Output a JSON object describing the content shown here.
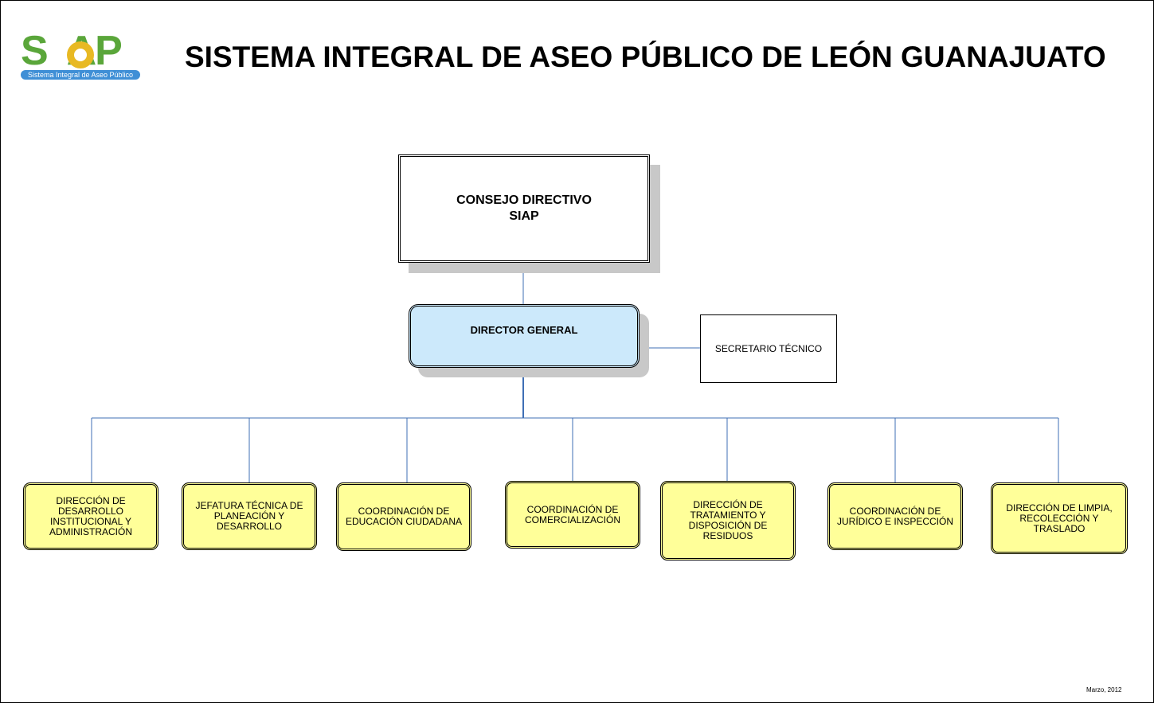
{
  "header": {
    "logo_text": "SIAP",
    "logo_tagline": "Sistema Integral de Aseo Público",
    "title": "SISTEMA INTEGRAL DE ASEO PÚBLICO DE LEÓN GUANAJUATO"
  },
  "org": {
    "consejo_line1": "CONSEJO DIRECTIVO",
    "consejo_line2": "SIAP",
    "director": "DIRECTOR GENERAL",
    "secretario": "SECRETARIO TÉCNICO",
    "units": [
      "DIRECCIÓN DE DESARROLLO INSTITUCIONAL Y ADMINISTRACIÓN",
      "JEFATURA TÉCNICA DE PLANEACIÓN Y DESARROLLO",
      "COORDINACIÓN DE EDUCACIÓN CIUDADANA",
      "COORDINACIÓN DE COMERCIALIZACIÓN",
      "DIRECCIÓN DE TRATAMIENTO Y DISPOSICIÓN DE RESIDUOS",
      "COORDINACIÓN DE JURÍDICO E INSPECCIÓN",
      "DIRECCIÓN DE LIMPIA, RECOLECCIÓN Y TRASLADO"
    ]
  },
  "footer": {
    "date": "Marzo, 2012"
  },
  "colors": {
    "connector": "#3f6fb5",
    "director_fill": "#cce9fb",
    "unit_fill": "#ffff99",
    "shadow": "#c8c8c8"
  }
}
